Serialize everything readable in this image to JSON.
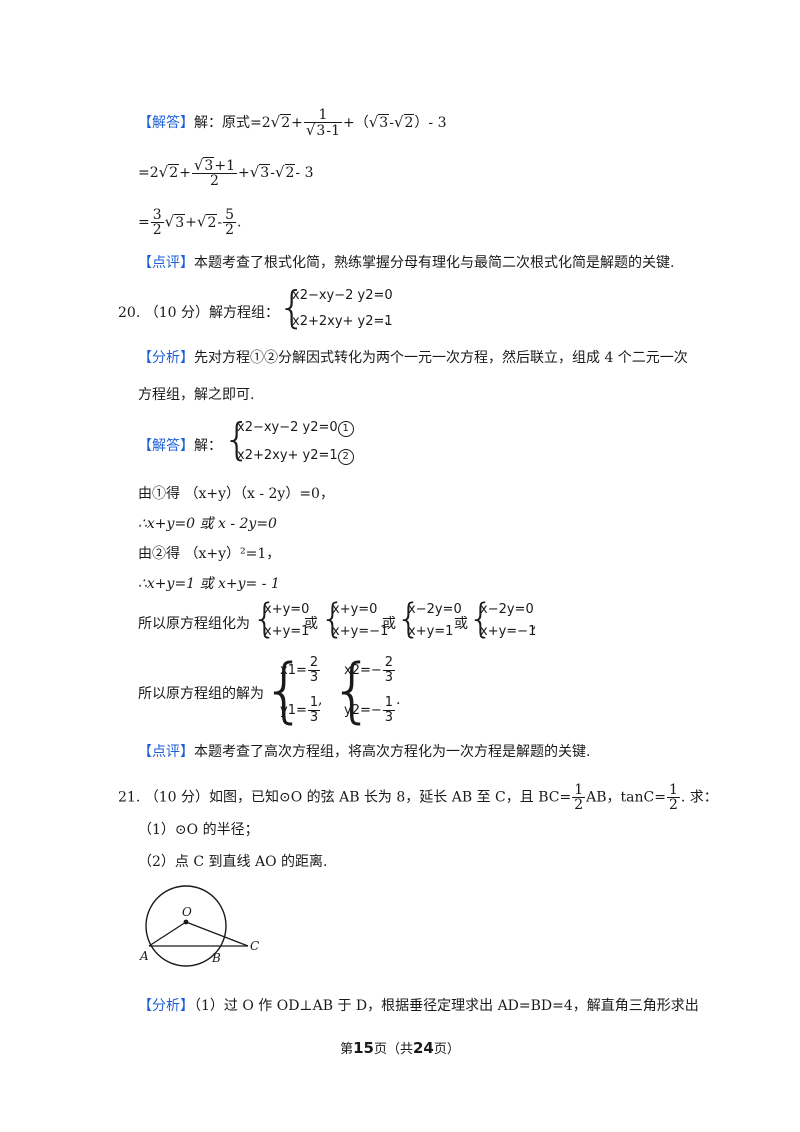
{
  "tags": {
    "answer": "【解答】",
    "comment": "【点评】",
    "analysis": "【分析】"
  },
  "q19": {
    "l1_a": "解：原式=2",
    "l1_r2": "2",
    "l1_plus": "+",
    "l1_fnum": "1",
    "l1_fden_r": "3",
    "l1_fden_tail": "-1",
    "l1_b": "+（",
    "l1_r3": "3",
    "l1_minus": "-",
    "l1_r2b": "2",
    "l1_c": "）- 3",
    "l2_a": "=2",
    "l2_r2": "2",
    "l2_plus": "+",
    "l2_fnum_r": "3",
    "l2_fnum_tail": "+1",
    "l2_fden": "2",
    "l2_b": "+",
    "l2_r3": "3",
    "l2_minus": "-",
    "l2_r2b": "2",
    "l2_c": "- 3",
    "l3_a": "=",
    "l3_fnum": "3",
    "l3_fden": "2",
    "l3_r3": "3",
    "l3_plus": "+",
    "l3_r2": "2",
    "l3_minus": "-",
    "l3_fnum2": "5",
    "l3_fden2": "2",
    "l3_end": ".",
    "comment": "本题考查了根式化简，熟练掌握分母有理化与最简二次根式化简是解题的关键."
  },
  "q20": {
    "head": "20.  （10 分）解方程组：",
    "eq1": "x2−xy−2 y2=0",
    "eq2": "x2+2xy+ y2=1",
    "head_end": ".",
    "analysis_1": "先对方程①②分解因式转化为两个一元一次方程，然后联立，组成 4 个二元一次",
    "analysis_2": "方程组，解之即可.",
    "sol_lead": "解：",
    "sol_eq1": "x2−xy−2 y2=0",
    "sol_eq2": "x2+2xy+ y2=1",
    "mark1": "1",
    "mark2": "2",
    "s1": "由①得  （x+y）（x - 2y）=0，",
    "s2": "∴x+y=0 或 x - 2y=0",
    "s3": "由②得  （x+y）²=1，",
    "s4": "∴x+y=1 或 x+y= - 1",
    "s5_lead": "所以原方程组化为",
    "sysA1": "x+y=0",
    "sysA2": "x+y=1",
    "or1": "或",
    "sysB1": "x+y=0",
    "sysB2": "x+y=−1",
    "or2": "或",
    "sysC1": "x−2y=0",
    "sysC2": "x+y=1",
    "or3": "或",
    "sysD1": "x−2y=0",
    "sysD2": "x+y=−1",
    "s5_end": ",",
    "s6_lead": "所以原方程组的解为",
    "solA_x": "x1=",
    "solA_xn": "2",
    "solA_xd": "3",
    "solA_y": "y1=",
    "solA_yn": "1",
    "solA_yd": "3",
    "sep": ",",
    "solB_x": "x2=−",
    "solB_xn": "2",
    "solB_xd": "3",
    "solB_y": "y2=−",
    "solB_yn": "1",
    "solB_yd": "3",
    "s6_end": ".",
    "comment": "本题考查了高次方程组，将高次方程化为一次方程是解题的关键."
  },
  "q21": {
    "head_a": "21.  （10 分）如图，已知⊙O 的弦 AB 长为 8，延长 AB 至 C，且 BC=",
    "head_fn": "1",
    "head_fd": "2",
    "head_b": "AB，tanC=",
    "head_fn2": "1",
    "head_fd2": "2",
    "head_c": ". 求：",
    "p1": "（1）⊙O 的半径；",
    "p2": "（2）点 C 到直线 AO 的距离.",
    "fig_O": "O",
    "fig_A": "A",
    "fig_B": "B",
    "fig_C": "C",
    "analysis": "（1）过 O 作 OD⊥AB 于 D，根据垂径定理求出 AD=BD=4，解直角三角形求出"
  },
  "footer": {
    "pre": "第",
    "page": "15",
    "mid": "页（共",
    "total": "24",
    "post": "页）"
  }
}
